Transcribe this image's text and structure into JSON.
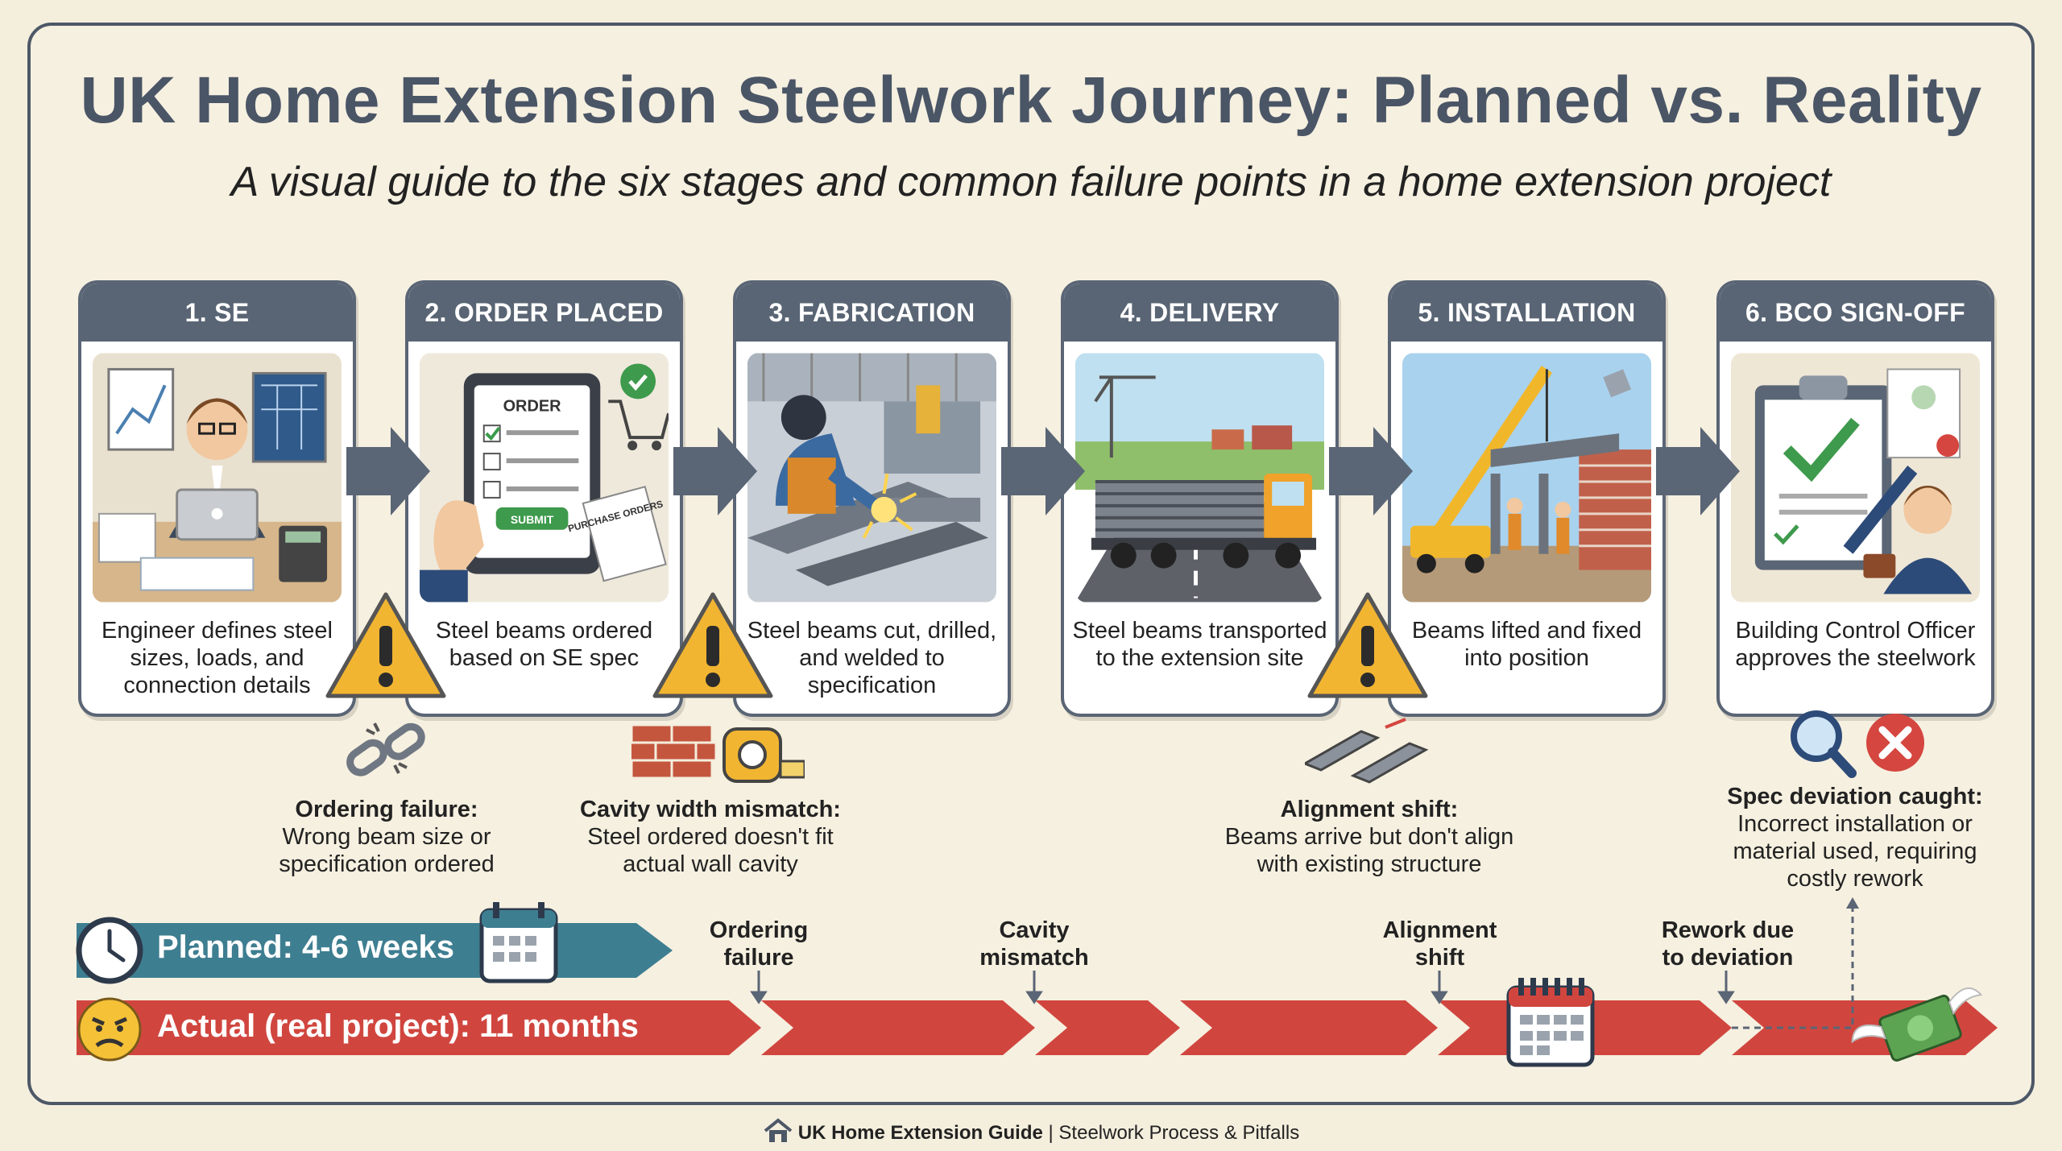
{
  "title": "UK Home Extension Steelwork Journey: Planned vs. Reality",
  "subtitle": "A visual guide to the six stages and common failure points in a home extension project",
  "stages": [
    {
      "title": "1. SE SPECIFICATION",
      "text": "Engineer defines steel sizes, loads, and connection details",
      "icon": "engineer-desk-icon"
    },
    {
      "title": "2. ORDER PLACED",
      "text": "Steel beams ordered based on SE spec",
      "icon": "tablet-order-icon",
      "img_order": "ORDER",
      "img_submit": "SUBMIT",
      "img_po": "PURCHASE ORDERS"
    },
    {
      "title": "3. FABRICATION",
      "text": "Steel beams cut, drilled, and welded to specification",
      "icon": "welder-icon"
    },
    {
      "title": "4. DELIVERY",
      "text": "Steel beams transported to the extension site",
      "icon": "truck-icon"
    },
    {
      "title": "5. INSTALLATION",
      "text": "Beams lifted and fixed into position",
      "icon": "crane-icon"
    },
    {
      "title": "6. BCO SIGN-OFF",
      "text": "Building Control Officer approves the steelwork",
      "icon": "clipboard-approval-icon"
    }
  ],
  "failures": [
    {
      "title": "Ordering failure:",
      "text": "Wrong beam size or specification ordered",
      "icon": "broken-chain-icon"
    },
    {
      "title": "Cavity width mismatch:",
      "text": "Steel ordered doesn't fit actual wall cavity",
      "icon": "bricks-tape-icon"
    },
    {
      "title": "Alignment shift:",
      "text": "Beams arrive but don't align with existing structure",
      "icon": "misaligned-beams-icon"
    },
    {
      "title": "Spec deviation caught:",
      "text": "Incorrect installation or material used, requiring costly rework",
      "icon": "magnifier-reject-icon"
    }
  ],
  "timeline": {
    "planned_label": "Planned: 4-6 weeks",
    "actual_label": "Actual (real project): 11 months",
    "markers": [
      {
        "label": "Ordering failure"
      },
      {
        "label": "Cavity mismatch"
      },
      {
        "label": "Alignment shift"
      },
      {
        "label": "Rework due to deviation"
      }
    ]
  },
  "footer": {
    "brand": "UK Home Extension Guide",
    "separator": "|",
    "tagline": "Steelwork Process & Pitfalls"
  },
  "colors": {
    "header": "#596574",
    "planned": "#3e7e91",
    "actual": "#d0463f",
    "warning": "#f2b531",
    "background": "#f4eedd"
  }
}
